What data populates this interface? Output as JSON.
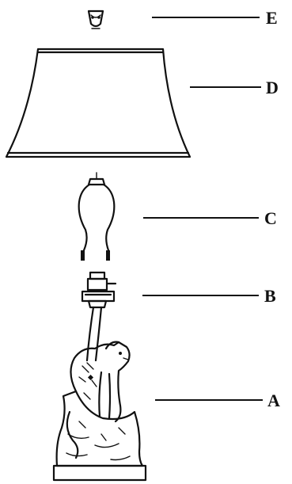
{
  "parts": [
    {
      "id": "finial",
      "label": "E",
      "icon": "finial-icon"
    },
    {
      "id": "shade",
      "label": "D",
      "icon": "lamp-shade-icon"
    },
    {
      "id": "harp",
      "label": "C",
      "icon": "harp-icon"
    },
    {
      "id": "socket",
      "label": "B",
      "icon": "socket-icon"
    },
    {
      "id": "base",
      "label": "A",
      "icon": "panther-base-icon"
    }
  ],
  "colors": {
    "ink": "#111111",
    "background": "#ffffff"
  }
}
